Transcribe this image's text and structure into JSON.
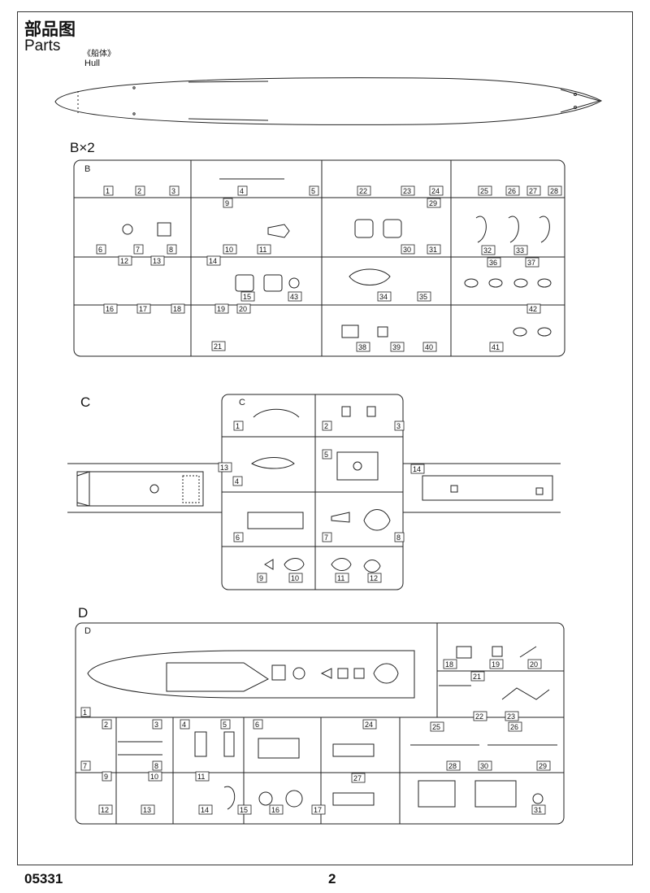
{
  "header": {
    "title_cn": "部品图",
    "title_en": "Parts"
  },
  "hull": {
    "label_cn": "《船体》",
    "label_en": "Hull"
  },
  "sprue_b": {
    "heading": "B×2",
    "letter": "B",
    "part_numbers": [
      "1",
      "2",
      "3",
      "4",
      "5",
      "6",
      "7",
      "8",
      "9",
      "10",
      "11",
      "12",
      "13",
      "14",
      "15",
      "16",
      "17",
      "18",
      "19",
      "20",
      "21",
      "22",
      "23",
      "24",
      "25",
      "26",
      "27",
      "28",
      "29",
      "30",
      "31",
      "32",
      "33",
      "34",
      "35",
      "36",
      "37",
      "38",
      "39",
      "40",
      "41",
      "42",
      "43"
    ]
  },
  "sprue_c": {
    "heading": "C",
    "letter": "C",
    "part_numbers": [
      "1",
      "2",
      "3",
      "4",
      "5",
      "6",
      "7",
      "8",
      "9",
      "10",
      "11",
      "12",
      "13",
      "14"
    ]
  },
  "sprue_d": {
    "heading": "D",
    "letter": "D",
    "part_numbers": [
      "1",
      "2",
      "3",
      "4",
      "5",
      "6",
      "7",
      "8",
      "9",
      "10",
      "11",
      "12",
      "13",
      "14",
      "15",
      "16",
      "17",
      "18",
      "19",
      "20",
      "21",
      "22",
      "23",
      "24",
      "25",
      "26",
      "27",
      "28",
      "29",
      "30",
      "31"
    ]
  },
  "footer": {
    "code": "05331",
    "page": "2"
  }
}
